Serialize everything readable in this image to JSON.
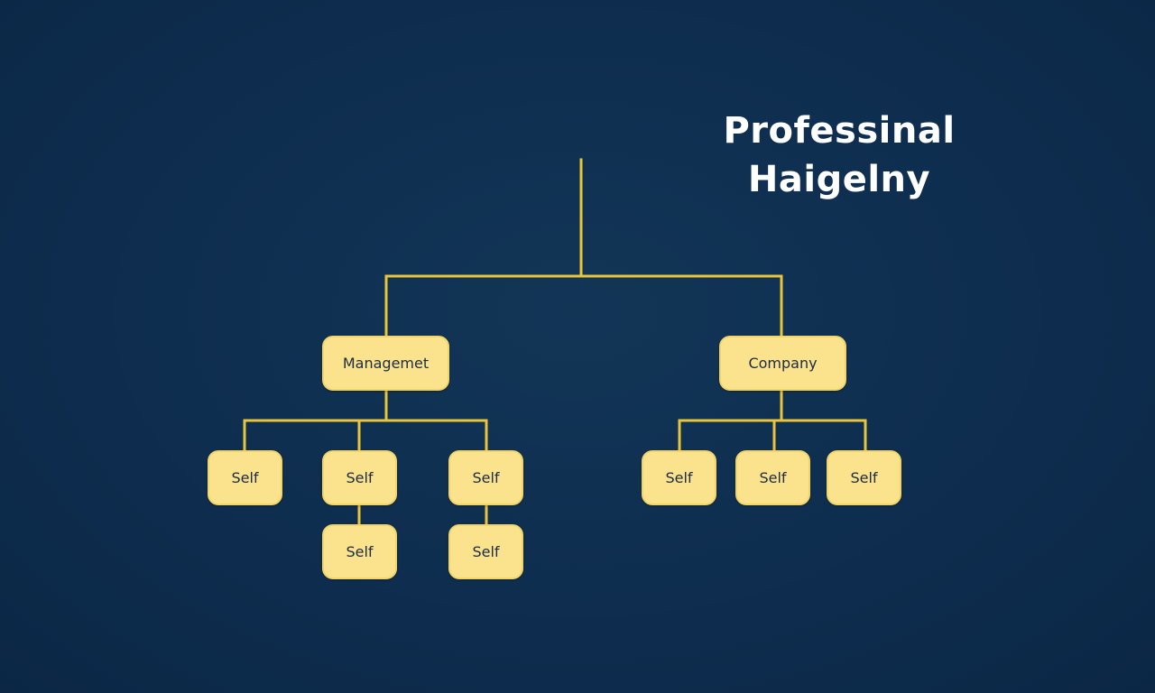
{
  "diagram": {
    "title_line1": "Professinal",
    "title_line2": "Haigelny",
    "colors": {
      "background": "#0e2d4f",
      "node_fill": "#fbe38d",
      "connector": "#e8c53a",
      "title": "#ffffff",
      "node_text": "#1c2c44"
    },
    "branches": [
      {
        "label": "Managemet",
        "children": [
          {
            "label": "Self"
          },
          {
            "label": "Self",
            "child": {
              "label": "Self"
            }
          },
          {
            "label": "Self",
            "child": {
              "label": "Self"
            }
          }
        ]
      },
      {
        "label": "Company",
        "children": [
          {
            "label": "Self"
          },
          {
            "label": "Self"
          },
          {
            "label": "Self"
          }
        ]
      }
    ]
  }
}
